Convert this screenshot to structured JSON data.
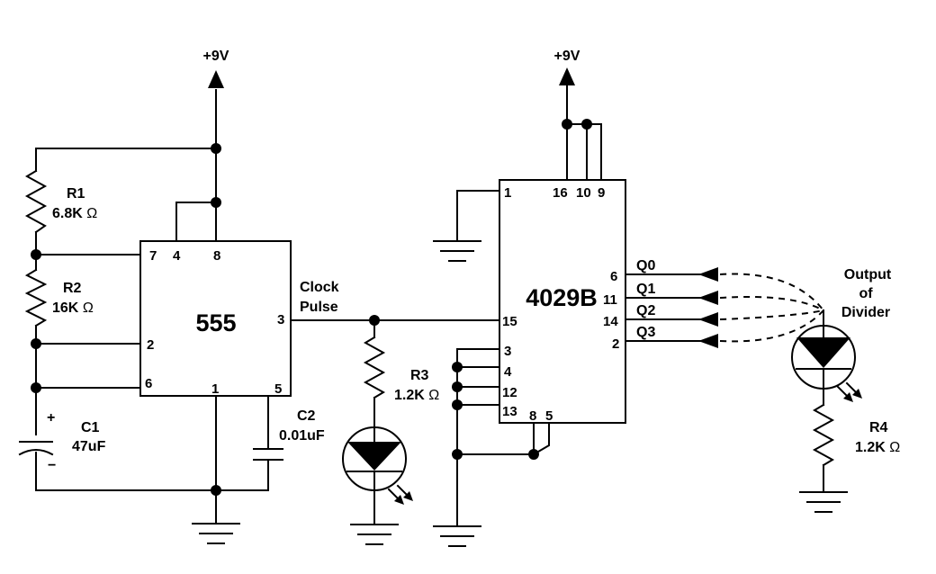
{
  "supply": {
    "top_left": "+9V",
    "top_right": "+9V"
  },
  "ic555": {
    "name": "555",
    "pins": {
      "p7": "7",
      "p4": "4",
      "p8": "8",
      "p2": "2",
      "p6": "6",
      "p1": "1",
      "p5": "5",
      "p3": "3"
    }
  },
  "ic4029": {
    "name": "4029B",
    "pins": {
      "p1": "1",
      "p16": "16",
      "p10": "10",
      "p9": "9",
      "p15": "15",
      "p3": "3",
      "p4": "4",
      "p12": "12",
      "p13": "13",
      "p8": "8",
      "p5": "5",
      "p6": "6",
      "p11": "11",
      "p14": "14",
      "p2": "2"
    }
  },
  "components": {
    "r1": {
      "name": "R1",
      "value": "6.8K",
      "unit": "Ω"
    },
    "r2": {
      "name": "R2",
      "value": "16K",
      "unit": "Ω"
    },
    "r3": {
      "name": "R3",
      "value": "1.2K",
      "unit": "Ω"
    },
    "r4": {
      "name": "R4",
      "value": "1.2K",
      "unit": "Ω"
    },
    "c1": {
      "name": "C1",
      "value": "47uF",
      "plus": "+",
      "minus": "−"
    },
    "c2": {
      "name": "C2",
      "value": "0.01uF"
    }
  },
  "signals": {
    "clock_line1": "Clock",
    "clock_line2": "Pulse",
    "q0": "Q0",
    "q1": "Q1",
    "q2": "Q2",
    "q3": "Q3"
  },
  "output_label": {
    "line1": "Output",
    "line2": "of",
    "line3": "Divider"
  }
}
